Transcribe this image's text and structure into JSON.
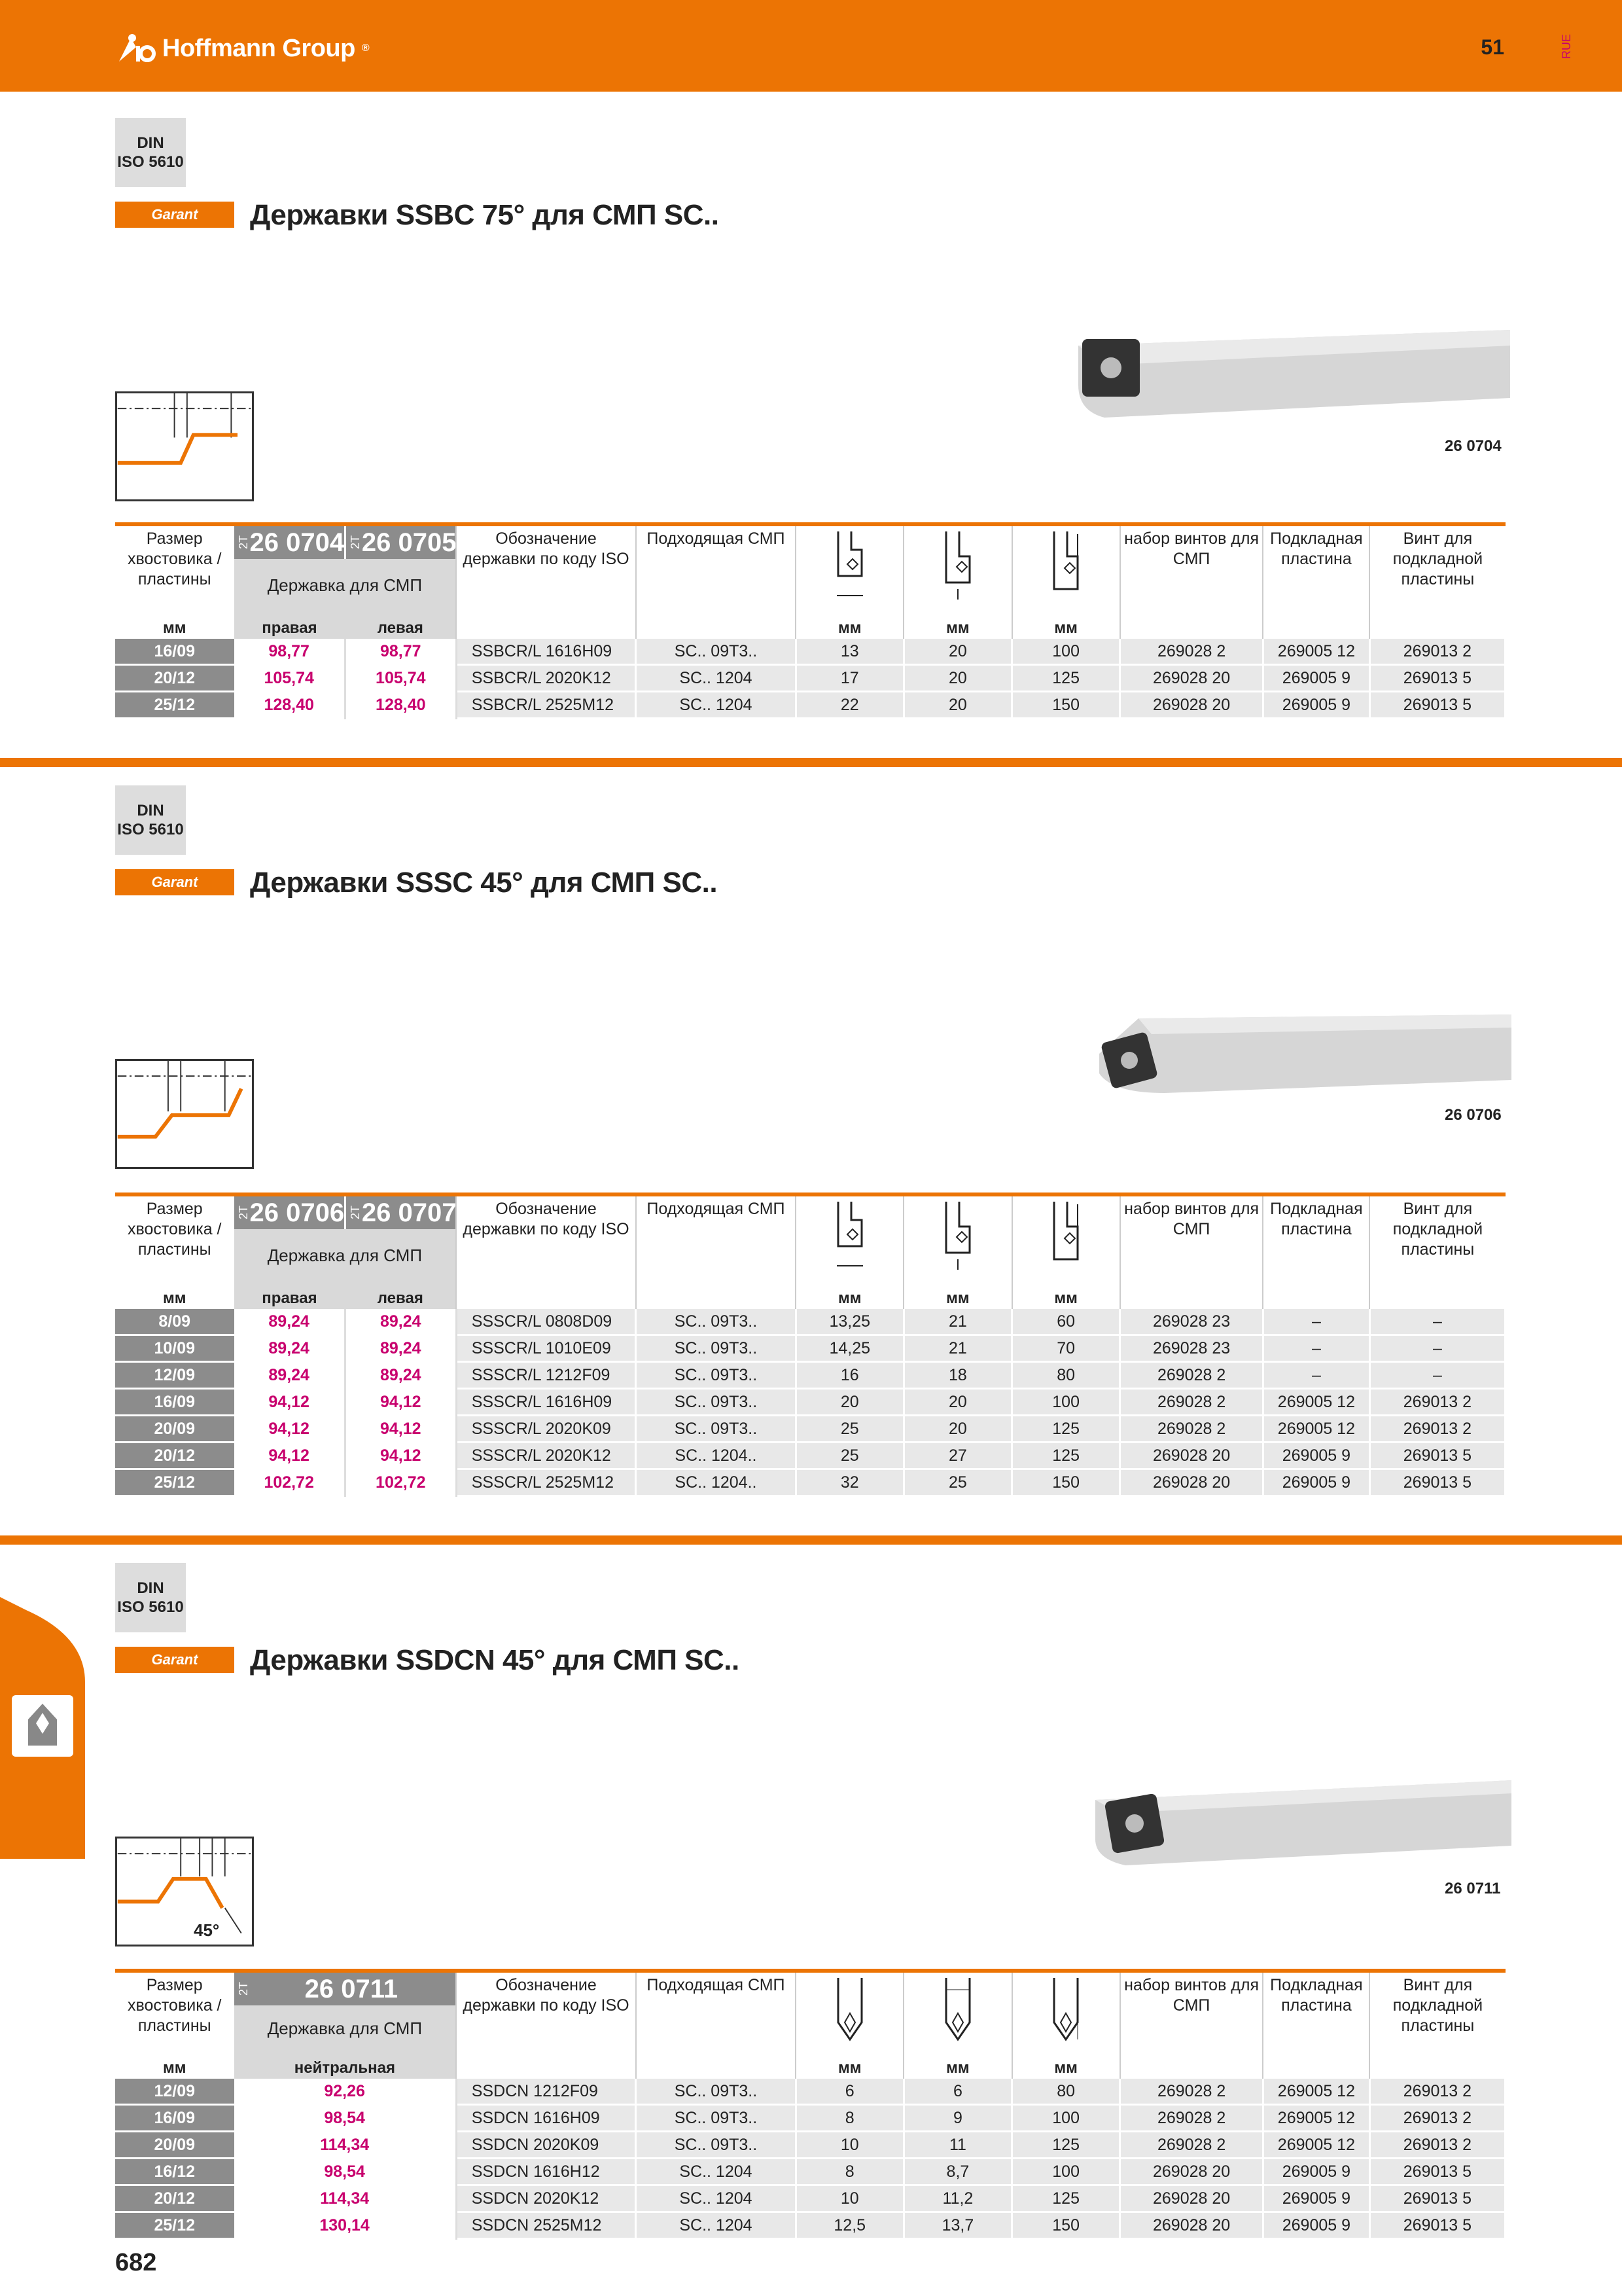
{
  "header": {
    "brand": "Hoffmann Group",
    "page_right": "51",
    "lang": "RUE"
  },
  "footer": {
    "page_number": "682"
  },
  "colors": {
    "accent": "#ec7404",
    "price": "#c8006e",
    "row_head": "#8c8c8c"
  },
  "columns": {
    "size": "Размер хвостовика / пластины",
    "holder": "Державка для СМП",
    "iso": "Обозначение державки по коду ISO",
    "insert": "Подходящая СМП",
    "screws": "набор винтов для СМП",
    "shim": "Подкладная пластина",
    "shim_screw": "Винт для подкладной пластины",
    "unit_mm": "мм",
    "right": "правая",
    "left": "левая",
    "neutral": "нейтральная",
    "indicator": "2T"
  },
  "sections": [
    {
      "din": [
        "DIN",
        "ISO 5610"
      ],
      "brand": "Garant",
      "title": "Державки SSBC 75° для СМП SC..",
      "image_caption": "26 0704",
      "articles": [
        "26 0704",
        "26 0705"
      ],
      "rows": [
        [
          "16/09",
          "98,77",
          "98,77",
          "SSBCR/L 1616H09",
          "SC.. 09T3..",
          "13",
          "20",
          "100",
          "269028 2",
          "269005 12",
          "269013 2"
        ],
        [
          "20/12",
          "105,74",
          "105,74",
          "SSBCR/L 2020K12",
          "SC.. 1204",
          "17",
          "20",
          "125",
          "269028 20",
          "269005 9",
          "269013 5"
        ],
        [
          "25/12",
          "128,40",
          "128,40",
          "SSBCR/L 2525M12",
          "SC.. 1204",
          "22",
          "20",
          "150",
          "269028 20",
          "269005 9",
          "269013 5"
        ]
      ]
    },
    {
      "din": [
        "DIN",
        "ISO 5610"
      ],
      "brand": "Garant",
      "title": "Державки SSSC 45° для СМП SC..",
      "image_caption": "26 0706",
      "articles": [
        "26 0706",
        "26 0707"
      ],
      "rows": [
        [
          "8/09",
          "89,24",
          "89,24",
          "SSSCR/L 0808D09",
          "SC.. 09T3..",
          "13,25",
          "21",
          "60",
          "269028 23",
          "–",
          "–"
        ],
        [
          "10/09",
          "89,24",
          "89,24",
          "SSSCR/L 1010E09",
          "SC.. 09T3..",
          "14,25",
          "21",
          "70",
          "269028 23",
          "–",
          "–"
        ],
        [
          "12/09",
          "89,24",
          "89,24",
          "SSSCR/L 1212F09",
          "SC.. 09T3..",
          "16",
          "18",
          "80",
          "269028 2",
          "–",
          "–"
        ],
        [
          "16/09",
          "94,12",
          "94,12",
          "SSSCR/L 1616H09",
          "SC.. 09T3..",
          "20",
          "20",
          "100",
          "269028 2",
          "269005 12",
          "269013 2"
        ],
        [
          "20/09",
          "94,12",
          "94,12",
          "SSSCR/L 2020K09",
          "SC.. 09T3..",
          "25",
          "20",
          "125",
          "269028 2",
          "269005 12",
          "269013 2"
        ],
        [
          "20/12",
          "94,12",
          "94,12",
          "SSSCR/L 2020K12",
          "SC.. 1204..",
          "25",
          "27",
          "125",
          "269028 20",
          "269005 9",
          "269013 5"
        ],
        [
          "25/12",
          "102,72",
          "102,72",
          "SSSCR/L 2525M12",
          "SC.. 1204..",
          "32",
          "25",
          "150",
          "269028 20",
          "269005 9",
          "269013 5"
        ]
      ]
    },
    {
      "din": [
        "DIN",
        "ISO 5610"
      ],
      "brand": "Garant",
      "title": "Державки SSDCN 45° для СМП SC..",
      "image_caption": "26 0711",
      "angle_label": "45°",
      "articles": [
        "26 0711"
      ],
      "rows": [
        [
          "12/09",
          "92,26",
          "SSDCN 1212F09",
          "SC.. 09T3..",
          "6",
          "6",
          "80",
          "269028 2",
          "269005 12",
          "269013 2"
        ],
        [
          "16/09",
          "98,54",
          "SSDCN 1616H09",
          "SC.. 09T3..",
          "8",
          "9",
          "100",
          "269028 2",
          "269005 12",
          "269013 2"
        ],
        [
          "20/09",
          "114,34",
          "SSDCN 2020K09",
          "SC.. 09T3..",
          "10",
          "11",
          "125",
          "269028 2",
          "269005 12",
          "269013 2"
        ],
        [
          "16/12",
          "98,54",
          "SSDCN 1616H12",
          "SC.. 1204",
          "8",
          "8,7",
          "100",
          "269028 20",
          "269005 9",
          "269013 5"
        ],
        [
          "20/12",
          "114,34",
          "SSDCN 2020K12",
          "SC.. 1204",
          "10",
          "11,2",
          "125",
          "269028 20",
          "269005 9",
          "269013 5"
        ],
        [
          "25/12",
          "130,14",
          "SSDCN 2525M12",
          "SC.. 1204",
          "12,5",
          "13,7",
          "150",
          "269028 20",
          "269005 9",
          "269013 5"
        ]
      ]
    }
  ]
}
